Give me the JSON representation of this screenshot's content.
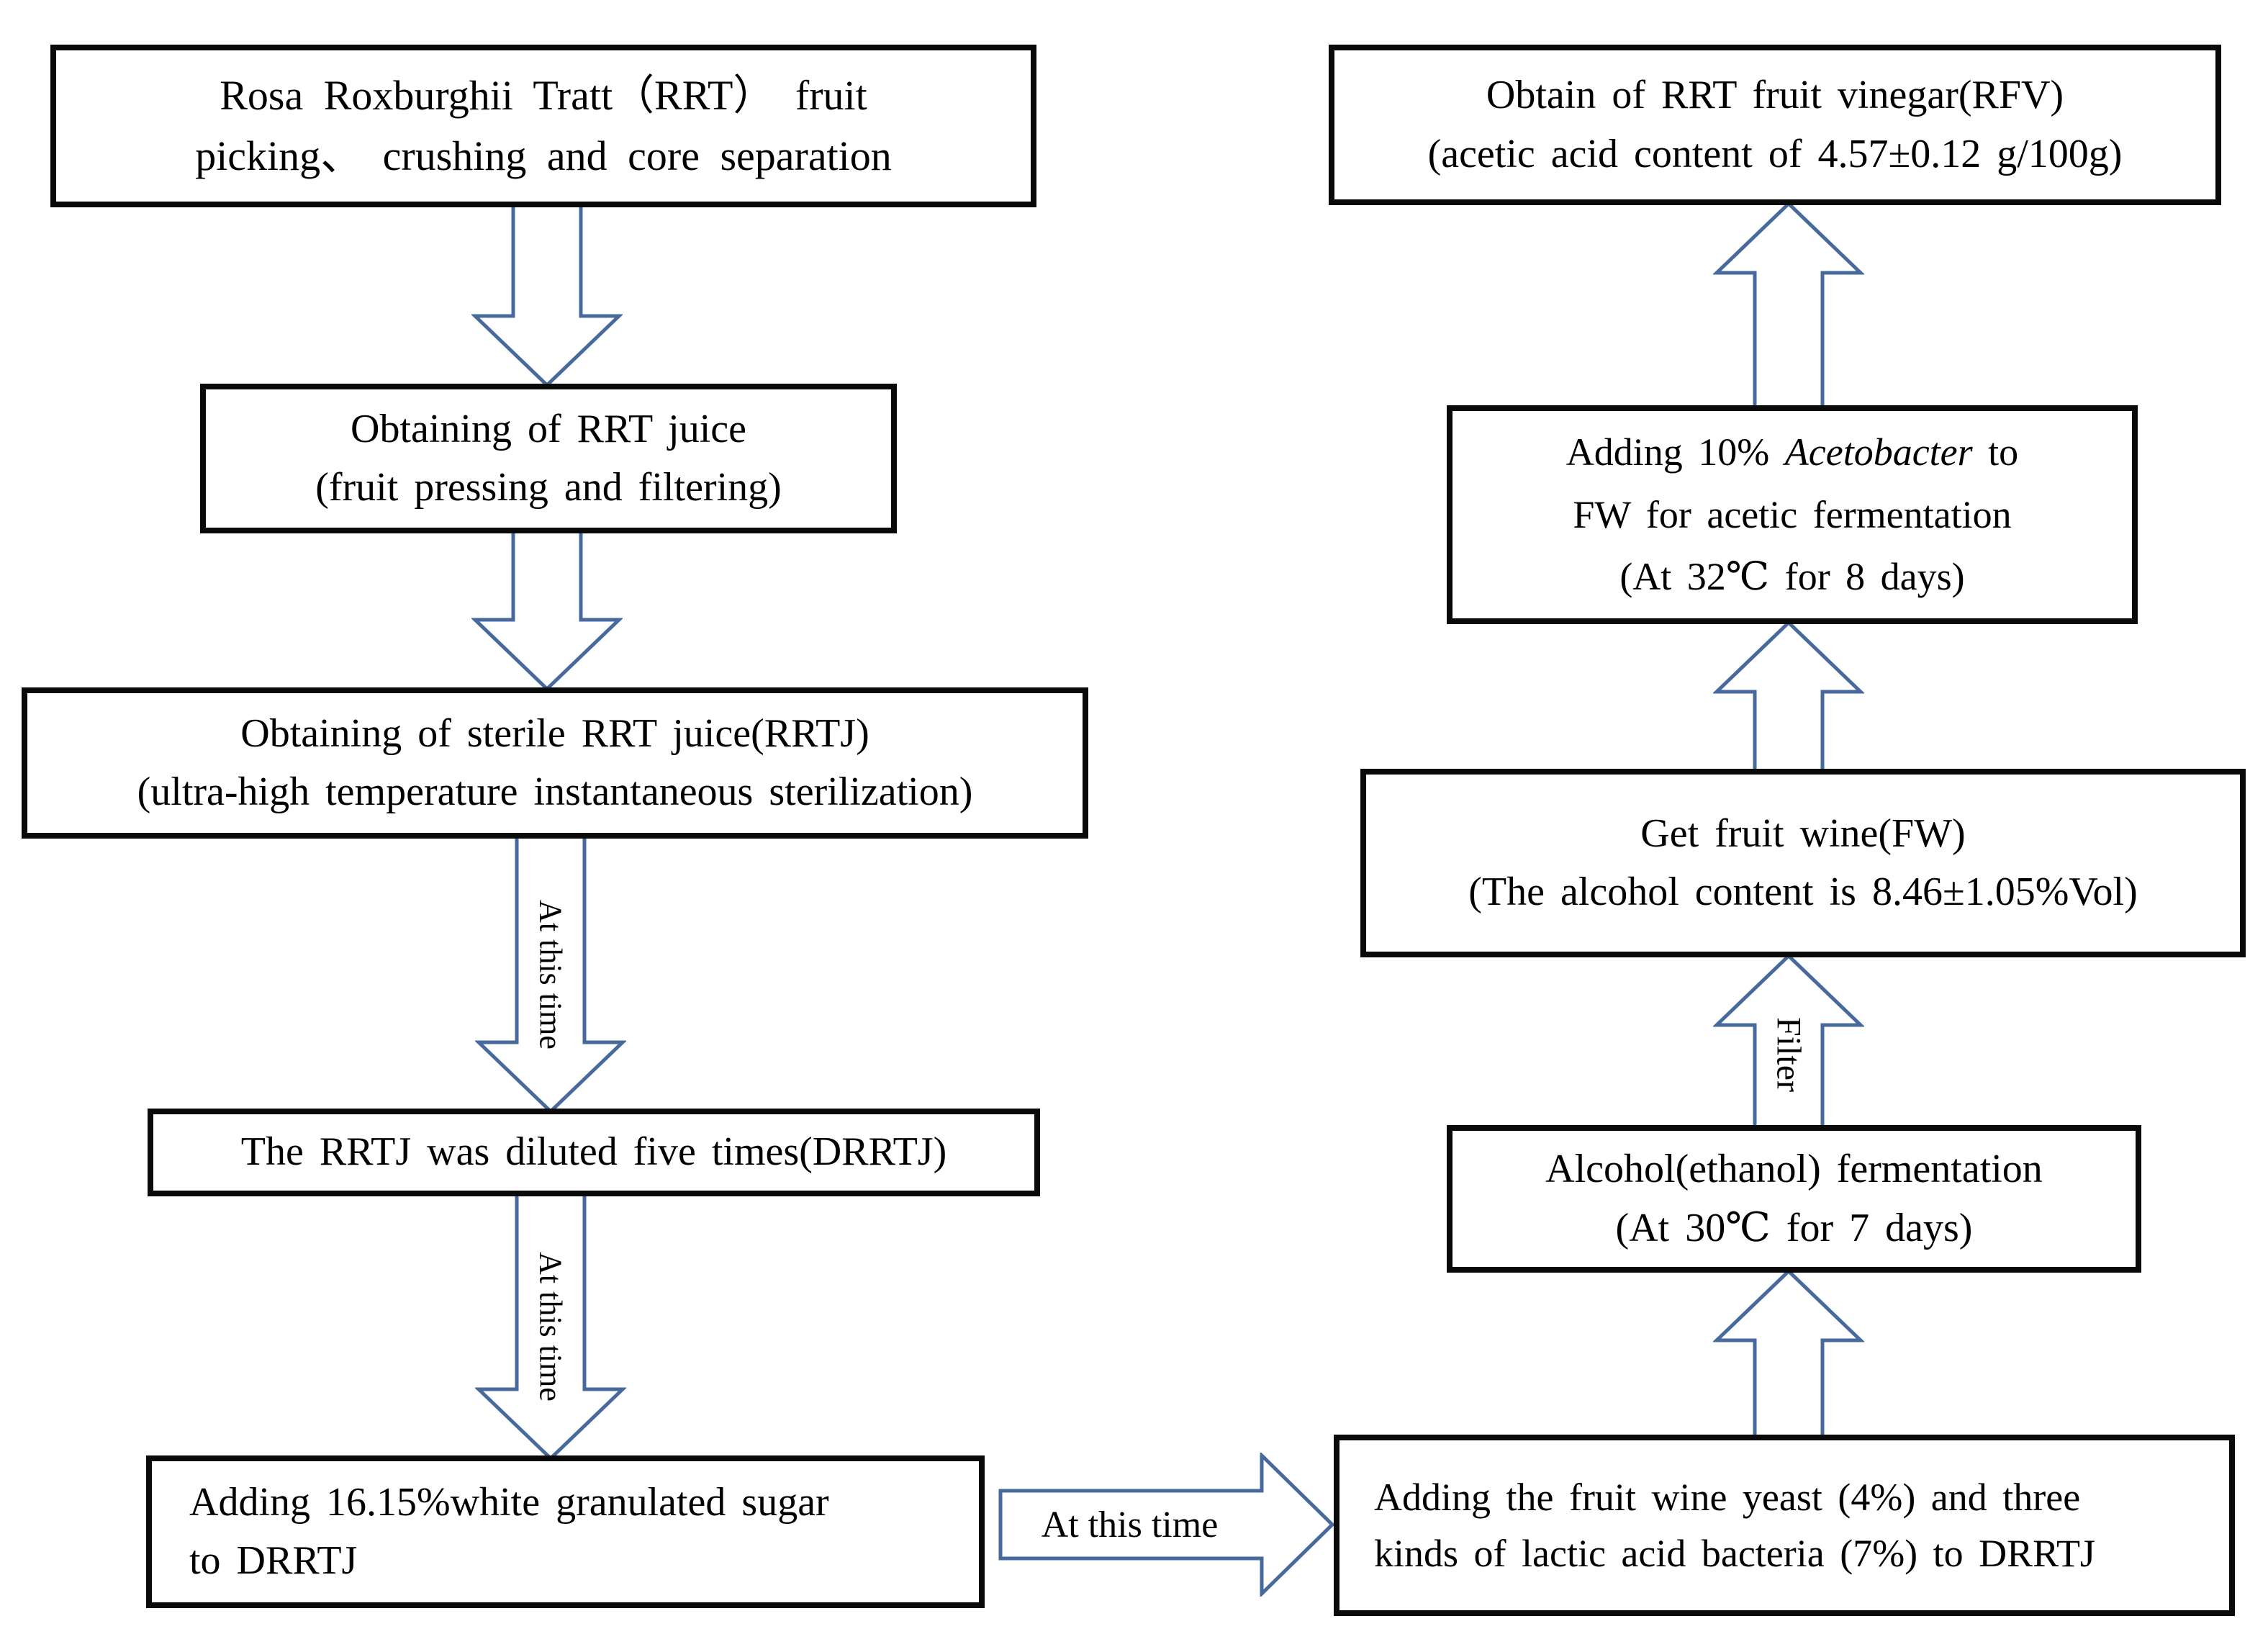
{
  "diagram": {
    "arrow_color": "#47699c",
    "border_color": "#0a0a0a",
    "boxes": {
      "rrt_fruit": {
        "line1": "Rosa Roxburghii Tratt（RRT） fruit",
        "line2": "picking、 crushing and core separation"
      },
      "rrt_juice": {
        "line1": "Obtaining of RRT juice",
        "line2": "(fruit pressing and filtering)"
      },
      "sterile_juice": {
        "line1": "Obtaining of sterile RRT juice(RRTJ)",
        "line2": "(ultra-high temperature instantaneous sterilization)"
      },
      "diluted": {
        "line1": "The RRTJ was diluted five times(DRRTJ)"
      },
      "sugar": {
        "line1": "Adding 16.15%white granulated sugar",
        "line2": "to DRRTJ"
      },
      "yeast": {
        "line1": "Adding the fruit wine yeast (4%) and three",
        "line2": "kinds of lactic acid bacteria (7%) to DRRTJ"
      },
      "alcohol_ferment": {
        "line1": "Alcohol(ethanol) fermentation",
        "line2": "(At 30℃ for 7 days)"
      },
      "fruit_wine": {
        "line1": "Get fruit wine(FW)",
        "line2": "(The alcohol content is 8.46±1.05%Vol)"
      },
      "acetobacter": {
        "line1_pre": "Adding 10% ",
        "line1_italic": "Acetobacter",
        "line1_post": " to",
        "line2": "FW for acetic fermentation",
        "line3": "(At 32℃ for 8 days)"
      },
      "vinegar": {
        "line1": "Obtain of RRT fruit vinegar(RFV)",
        "line2": "(acetic acid content of 4.57±0.12 g/100g)"
      }
    },
    "arrow_labels": {
      "at_this_time_down_1": "At this time",
      "at_this_time_down_2": "At this time",
      "at_this_time_right": "At this time",
      "filter": "Filter"
    }
  }
}
